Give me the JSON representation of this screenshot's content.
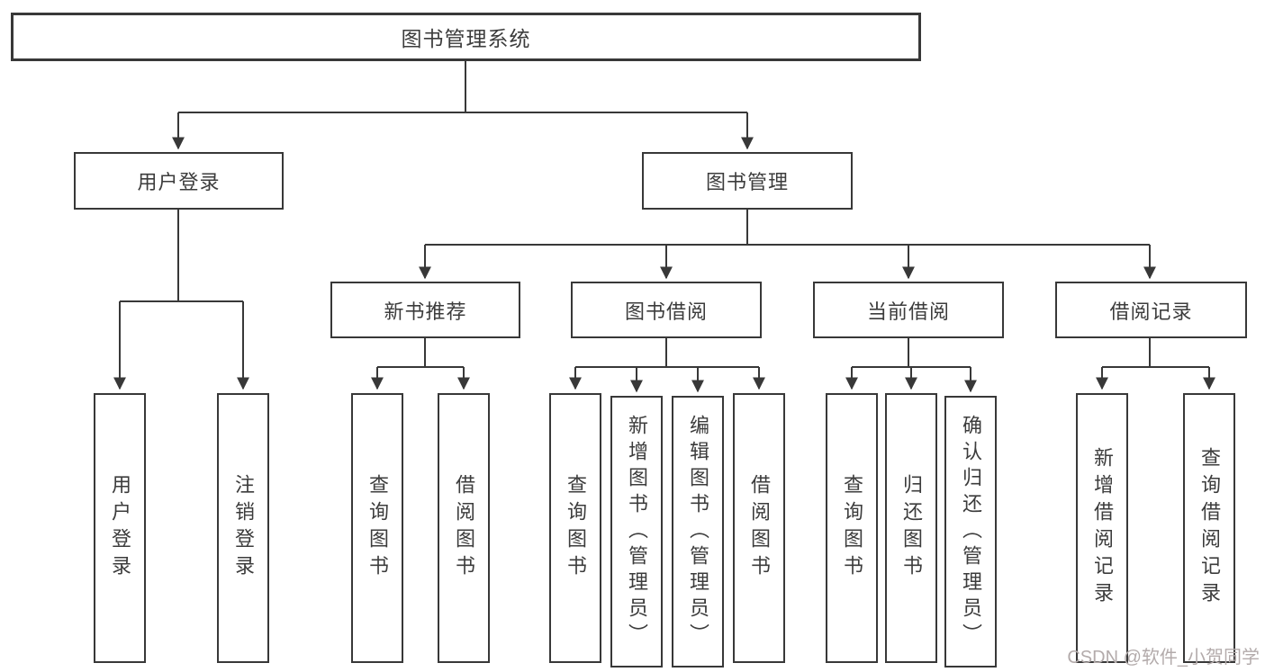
{
  "diagram": {
    "root": {
      "label": "图书管理系统"
    },
    "level2": [
      {
        "label": "用户登录"
      },
      {
        "label": "图书管理"
      }
    ],
    "level3": [
      {
        "label": "新书推荐"
      },
      {
        "label": "图书借阅"
      },
      {
        "label": "当前借阅"
      },
      {
        "label": "借阅记录"
      }
    ],
    "leaves": {
      "user_login": [
        {
          "label": "用户登录"
        },
        {
          "label": "注销登录"
        }
      ],
      "new_book": [
        {
          "label": "查询图书"
        },
        {
          "label": "借阅图书"
        }
      ],
      "book_borrow": [
        {
          "label": "查询图书"
        },
        {
          "label": "新增图书（管理员）"
        },
        {
          "label": "编辑图书（管理员）"
        },
        {
          "label": "借阅图书"
        }
      ],
      "current_borrow": [
        {
          "label": "查询图书"
        },
        {
          "label": "归还图书"
        },
        {
          "label": "确认归还（管理员）"
        }
      ],
      "borrow_record": [
        {
          "label": "新增借阅记录"
        },
        {
          "label": "查询借阅记录"
        }
      ]
    },
    "watermark": "CSDN @软件_小贺同学",
    "colors": {
      "line": "#383838",
      "box_border": "#383838",
      "text": "#3c3c3c",
      "watermark": "#b3abab",
      "background": "#ffffff"
    }
  }
}
